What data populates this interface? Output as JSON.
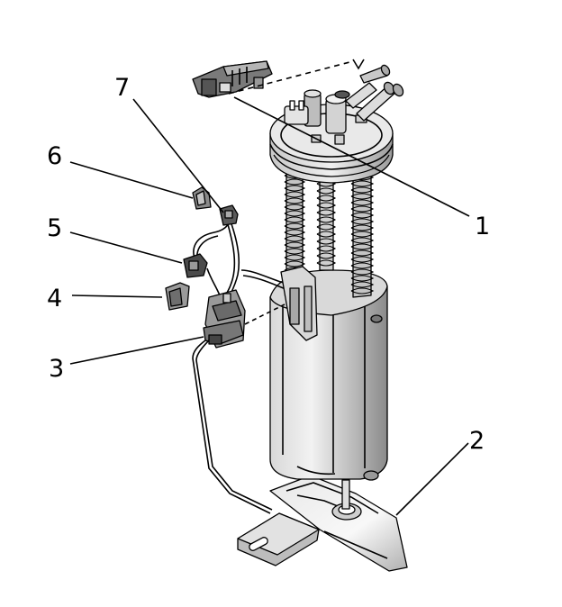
{
  "callouts": [
    {
      "id": "1",
      "label": "1"
    },
    {
      "id": "2",
      "label": "2"
    },
    {
      "id": "3",
      "label": "3"
    },
    {
      "id": "4",
      "label": "4"
    },
    {
      "id": "5",
      "label": "5"
    },
    {
      "id": "6",
      "label": "6"
    },
    {
      "id": "7",
      "label": "7"
    }
  ],
  "colors": {
    "line": "#000000",
    "shade": "#b9b9b9",
    "light": "#e6e6e6",
    "dark": "#555555",
    "background": "#ffffff"
  }
}
